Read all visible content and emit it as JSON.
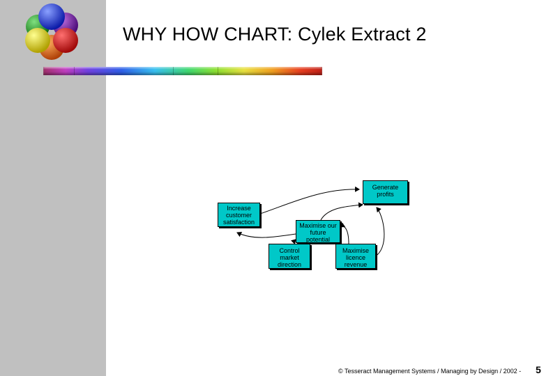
{
  "slide": {
    "title": "WHY HOW CHART: Cylek Extract 2",
    "footer": "© Tesseract Management Systems / Managing by Design / 2002 -",
    "page_number": "5"
  },
  "logo": {
    "icon": "colored-spheres-logo",
    "colors": [
      "#1030d0",
      "#7018a0",
      "#e01010",
      "#e06010",
      "#f0e020",
      "#20a020"
    ]
  },
  "rainbow_bar": {
    "icon": "rainbow-divider"
  },
  "diagram": {
    "node_color": "#00c8c8",
    "nodes": {
      "generate_profits": "Generate\nprofits",
      "increase_customer_satisfaction": "Increase\ncustomer\nsatisfaction",
      "maximise_future_potential": "Maximise our\nfuture\npotential",
      "control_market_direction": "Control\nmarket\ndirection",
      "maximise_licence_revenue": "Maximise\nlicence\nrevenue"
    }
  }
}
